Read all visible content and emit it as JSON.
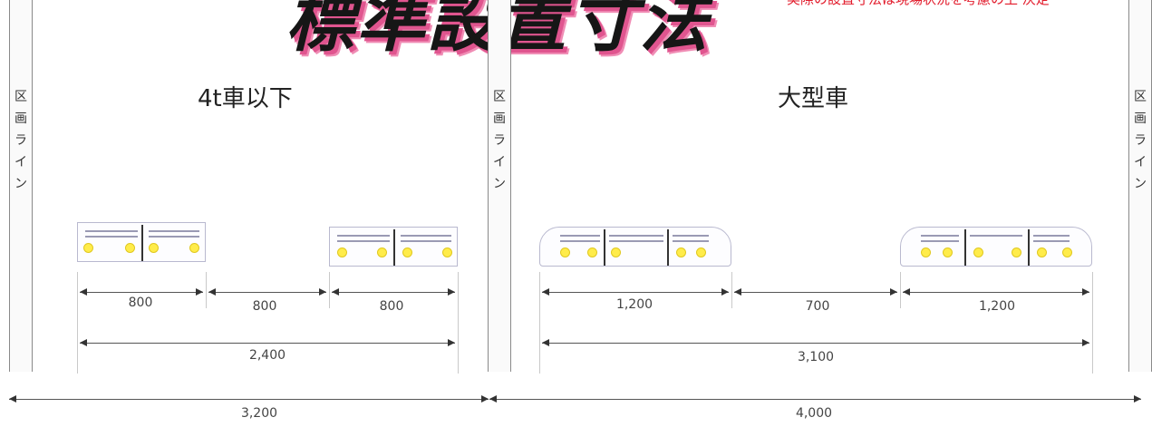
{
  "title": "標準設置寸法",
  "note": "実際の設置寸法は現場状況を考慮の上 決定",
  "pillar_label": [
    "区",
    "画",
    "ラ",
    "イ",
    "ン"
  ],
  "sections": {
    "small": {
      "title": "4t車以下"
    },
    "large": {
      "title": "大型車"
    }
  },
  "dimensions": {
    "small_left": "800",
    "small_gap": "800",
    "small_right": "800",
    "small_total": "2,400",
    "large_left": "1,200",
    "large_gap": "700",
    "large_right": "1,200",
    "large_total": "3,100",
    "bottom_left": "3,200",
    "bottom_right": "4,000"
  },
  "colors": {
    "title_shadow": "#e0558f",
    "note": "#e21b2b",
    "wheel": "#ffec4a"
  }
}
